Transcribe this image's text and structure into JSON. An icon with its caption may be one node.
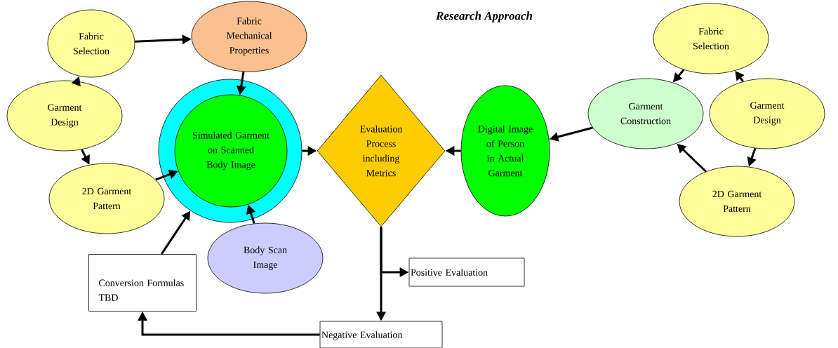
{
  "diagram": {
    "title": "Research Approach",
    "nodes": [
      {
        "text": [
          "Fabric Selection"
        ]
      },
      {
        "text": [
          "Fabric Mechanical Properties"
        ]
      },
      {
        "text": [
          "Garment Design"
        ]
      },
      {
        "text": [],
        "shape": "circle"
      },
      {
        "text": [
          "Simulated Garment on Scanned Body Image"
        ],
        "in": 3
      },
      {
        "text": [
          "2D Garment Pattern"
        ]
      },
      {
        "text": [
          "Evaluation Process including Metrics"
        ]
      },
      {
        "text": [
          "Digital Image of Person in Actual Garment"
        ]
      },
      {
        "text": [
          "Fabric Selection"
        ]
      },
      {
        "text": [
          "Garment Construction"
        ]
      },
      {
        "text": [
          "Garment Design"
        ]
      },
      {
        "text": [
          "2D Garment Pattern"
        ]
      },
      {
        "text": [
          "Body Scan Image"
        ]
      },
      {
        "text": [
          "Conversion Formulas TBD"
        ]
      },
      {
        "text": [
          "Positive Evaluation"
        ]
      },
      {
        "text": [
          "Negative Evaluation"
        ]
      }
    ],
    "edges": [
      {
        "from": 2,
        "to": 0,
        "arrow": "to"
      },
      {
        "from": 2,
        "to": 5,
        "arrow": "to"
      },
      {
        "from": 0,
        "to": 1,
        "arrow": "to"
      },
      {
        "from": 1,
        "to": 4,
        "arrow": "to"
      },
      {
        "from": 5,
        "to": 4,
        "arrow": "to"
      },
      {
        "from": 12,
        "to": 4,
        "arrow": "to"
      },
      {
        "from": 13,
        "to": 3,
        "arrow": "to"
      },
      {
        "from": 3,
        "to": 6,
        "arrow": "to"
      },
      {
        "from": 7,
        "to": 6,
        "arrow": "to"
      },
      {
        "from": 9,
        "to": 7,
        "arrow": "to"
      },
      {
        "from": 8,
        "to": 9,
        "arrow": "to"
      },
      {
        "from": 10,
        "to": 8,
        "arrow": "to"
      },
      {
        "from": 10,
        "to": 11,
        "arrow": "to"
      },
      {
        "from": 11,
        "to": 9,
        "arrow": "to"
      },
      {
        "from": 6,
        "to": 15,
        "arrow": "to"
      },
      {
        "from": 6,
        "to": 14,
        "arrow": "to"
      },
      {
        "from": 15,
        "to": 13,
        "arrow": "to"
      }
    ]
  }
}
